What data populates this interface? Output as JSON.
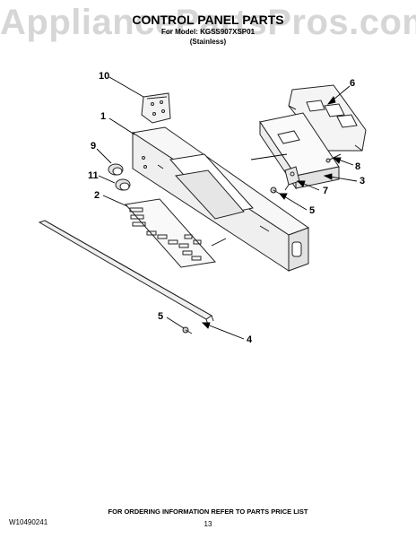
{
  "watermark": "AppliancePartsPros.com",
  "header": {
    "title": "CONTROL PANEL PARTS",
    "model_line": "For Model: KGSS907XSP01",
    "variant": "(Stainless)"
  },
  "callouts": [
    "10",
    "6",
    "1",
    "9",
    "11",
    "8",
    "3",
    "7",
    "5",
    "2",
    "5",
    "4"
  ],
  "footer": {
    "doc_number": "W10490241",
    "ordering_info": "FOR ORDERING INFORMATION REFER TO PARTS PRICE LIST",
    "page_number": "13"
  }
}
